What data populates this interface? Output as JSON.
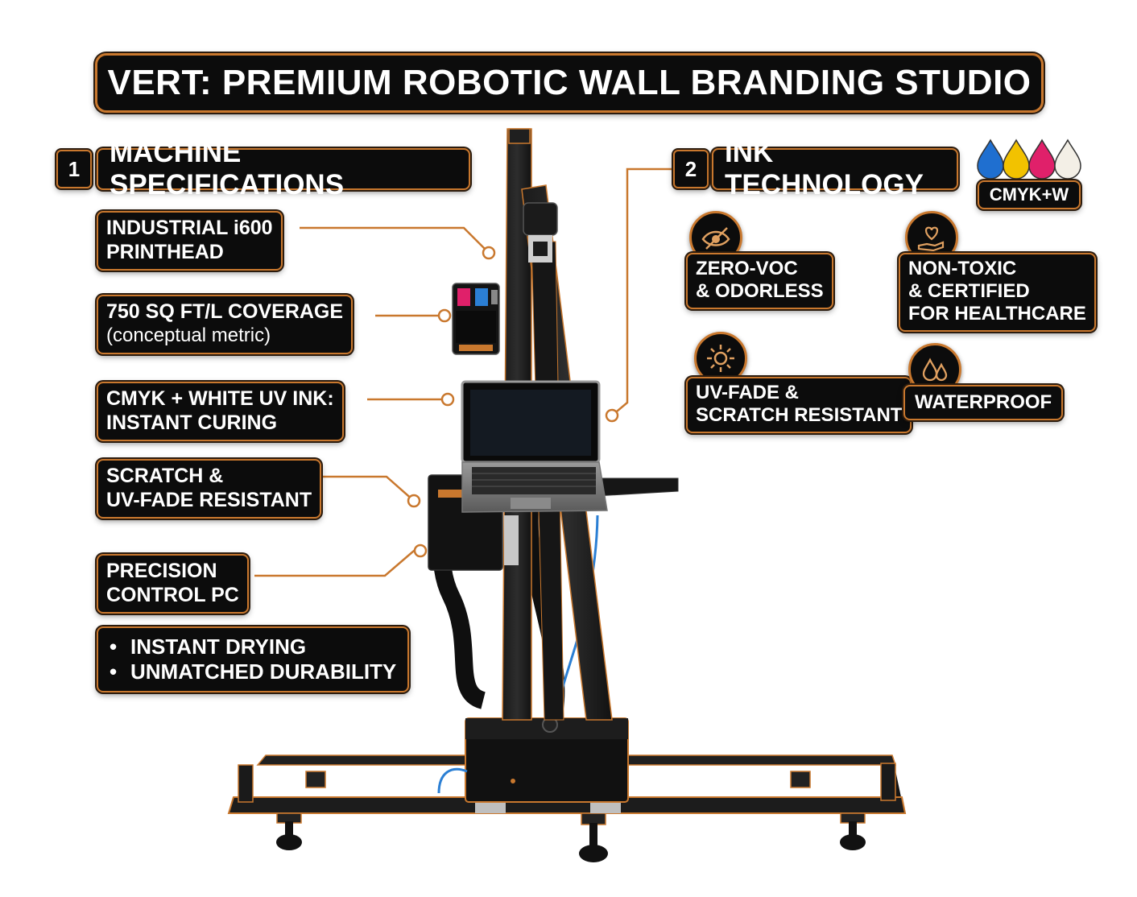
{
  "title": "VERT: PREMIUM ROBOTIC WALL BRANDING STUDIO",
  "section1": {
    "number": "1",
    "label": "MACHINE SPECIFICATIONS"
  },
  "section2": {
    "number": "2",
    "label": "INK TECHNOLOGY"
  },
  "specs": {
    "printhead": [
      "INDUSTRIAL i600",
      "PRINTHEAD"
    ],
    "coverage": {
      "main": "750 SQ FT/L COVERAGE",
      "sub": "(conceptual metric)"
    },
    "ink": [
      "CMYK + WHITE UV INK:",
      "INSTANT CURING"
    ],
    "scratch": [
      "SCRATCH &",
      "UV-FADE RESISTANT"
    ],
    "pc": [
      "PRECISION",
      "CONTROL PC"
    ],
    "bullets": [
      "INSTANT DRYING",
      "UNMATCHED DURABILITY"
    ]
  },
  "ink_tech": {
    "cmyk_label": "CMYK+W",
    "droplet_colors": [
      "#1f6fd0",
      "#f2c200",
      "#e0206a",
      "#f3efe6"
    ],
    "features": [
      {
        "icon": "leaf-eye-icon",
        "lines": [
          "ZERO-VOC",
          "& ODORLESS"
        ]
      },
      {
        "icon": "heart-hand-icon",
        "lines": [
          "NON-TOXIC",
          "& CERTIFIED",
          "FOR HEALTHCARE"
        ]
      },
      {
        "icon": "sun-icon",
        "lines": [
          "UV-FADE &",
          "SCRATCH RESISTANT"
        ]
      },
      {
        "icon": "water-drops-icon",
        "lines": [
          "WATERPROOF"
        ]
      }
    ]
  },
  "colors": {
    "accent": "#c9782e",
    "box": "#0c0c0c",
    "text": "#ffffff"
  }
}
